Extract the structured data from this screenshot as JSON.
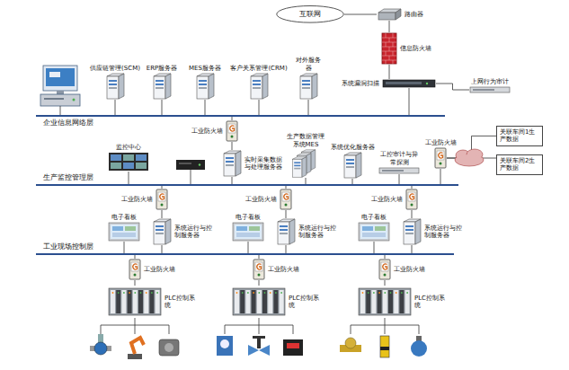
{
  "diagram": {
    "nodes": [
      {
        "text": [
          "互联网"
        ]
      },
      {
        "text": [
          "路由器"
        ]
      },
      {
        "text": [
          "信息防火墙"
        ]
      },
      {
        "text": [
          "系统漏洞扫描"
        ]
      },
      {
        "text": [
          "上网行为审计"
        ]
      },
      {
        "text": [
          "供应链管理(SCM)"
        ]
      },
      {
        "text": [
          "ERP服务器"
        ]
      },
      {
        "text": [
          "MES服务器"
        ]
      },
      {
        "text": [
          "客户关系管理(CRM)"
        ]
      },
      {
        "text": [
          "对外服务器"
        ]
      },
      {
        "text": [
          "企业信息网络层"
        ]
      },
      {
        "text": [
          "工业防火墙"
        ]
      },
      {
        "text": [
          "监控中心"
        ]
      },
      {
        "text": [
          "实时采集数据与处理服务器"
        ]
      },
      {
        "text": [
          "生产数据管理系统MES"
        ]
      },
      {
        "text": [
          "系统优化服务器"
        ]
      },
      {
        "text": [
          "工控审计与异常探测"
        ]
      },
      {
        "text": [
          "工业防火墙"
        ]
      },
      {
        "text": [
          "关联车间1生产数据"
        ]
      },
      {
        "text": [
          "关联车间2生产数据"
        ]
      },
      {
        "text": [
          "生产监控管理层"
        ]
      },
      {
        "text": [
          "工业防火墙"
        ]
      },
      {
        "text": [
          "工业防火墙"
        ]
      },
      {
        "text": [
          "工业防火墙"
        ]
      },
      {
        "text": [
          "电子看板"
        ]
      },
      {
        "text": [
          "电子看板"
        ]
      },
      {
        "text": [
          "电子看板"
        ]
      },
      {
        "text": [
          "系统运行与控制服务器"
        ]
      },
      {
        "text": [
          "系统运行与控制服务器"
        ]
      },
      {
        "text": [
          "系统运行与控制服务器"
        ]
      },
      {
        "text": [
          "工业现场控制层"
        ]
      },
      {
        "text": [
          "工业防火墙"
        ]
      },
      {
        "text": [
          "工业防火墙"
        ]
      },
      {
        "text": [
          "工业防火墙"
        ]
      },
      {
        "text": [
          "PLC控制系统"
        ]
      },
      {
        "text": [
          "PLC控制系统"
        ]
      },
      {
        "text": [
          "PLC控制系统"
        ]
      }
    ],
    "edges": [
      {
        "from": 0,
        "to": 1,
        "arrow": "none"
      },
      {
        "from": 1,
        "to": 2,
        "arrow": "none"
      },
      {
        "from": 2,
        "to": 3,
        "arrow": "none"
      },
      {
        "from": 3,
        "to": 4,
        "arrow": "none"
      },
      {
        "from": 3,
        "to": 10,
        "arrow": "none"
      },
      {
        "from": 5,
        "to": 10,
        "arrow": "none"
      },
      {
        "from": 6,
        "to": 10,
        "arrow": "none"
      },
      {
        "from": 7,
        "to": 10,
        "arrow": "none"
      },
      {
        "from": 8,
        "to": 10,
        "arrow": "none"
      },
      {
        "from": 9,
        "to": 10,
        "arrow": "none"
      },
      {
        "from": 10,
        "to": 11,
        "arrow": "none"
      },
      {
        "from": 11,
        "to": 13,
        "arrow": "none"
      },
      {
        "from": 12,
        "to": 20,
        "arrow": "none"
      },
      {
        "from": 13,
        "to": 20,
        "arrow": "none"
      },
      {
        "from": 14,
        "to": 20,
        "arrow": "none"
      },
      {
        "from": 15,
        "to": 20,
        "arrow": "none"
      },
      {
        "from": 16,
        "to": 20,
        "arrow": "none"
      },
      {
        "from": 20,
        "to": 17,
        "arrow": "none"
      },
      {
        "from": 17,
        "to": 18,
        "arrow": "none"
      },
      {
        "from": 17,
        "to": 19,
        "arrow": "none"
      },
      {
        "from": 20,
        "to": 21,
        "arrow": "none"
      },
      {
        "from": 20,
        "to": 22,
        "arrow": "none"
      },
      {
        "from": 20,
        "to": 23,
        "arrow": "none"
      },
      {
        "from": 21,
        "to": 27,
        "arrow": "none"
      },
      {
        "from": 22,
        "to": 28,
        "arrow": "none"
      },
      {
        "from": 23,
        "to": 29,
        "arrow": "none"
      },
      {
        "from": 24,
        "to": 30,
        "arrow": "none"
      },
      {
        "from": 25,
        "to": 30,
        "arrow": "none"
      },
      {
        "from": 26,
        "to": 30,
        "arrow": "none"
      },
      {
        "from": 27,
        "to": 30,
        "arrow": "none"
      },
      {
        "from": 28,
        "to": 30,
        "arrow": "none"
      },
      {
        "from": 29,
        "to": 30,
        "arrow": "none"
      },
      {
        "from": 30,
        "to": 31,
        "arrow": "none"
      },
      {
        "from": 30,
        "to": 32,
        "arrow": "none"
      },
      {
        "from": 30,
        "to": 33,
        "arrow": "none"
      },
      {
        "from": 31,
        "to": 34,
        "arrow": "none"
      },
      {
        "from": 32,
        "to": 35,
        "arrow": "none"
      },
      {
        "from": 33,
        "to": 36,
        "arrow": "none"
      }
    ]
  }
}
